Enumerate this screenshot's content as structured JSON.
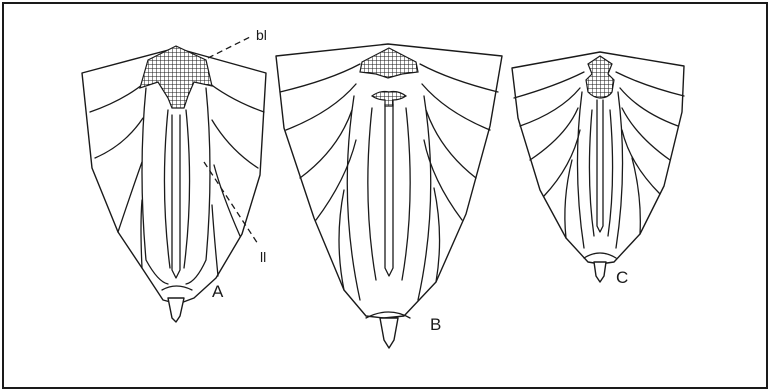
{
  "figure": {
    "labels": {
      "bl": "bl",
      "ll": "ll",
      "a": "A",
      "b": "B",
      "c": "C"
    },
    "colors": {
      "line": "#1a1a1a",
      "background": "#ffffff"
    }
  }
}
